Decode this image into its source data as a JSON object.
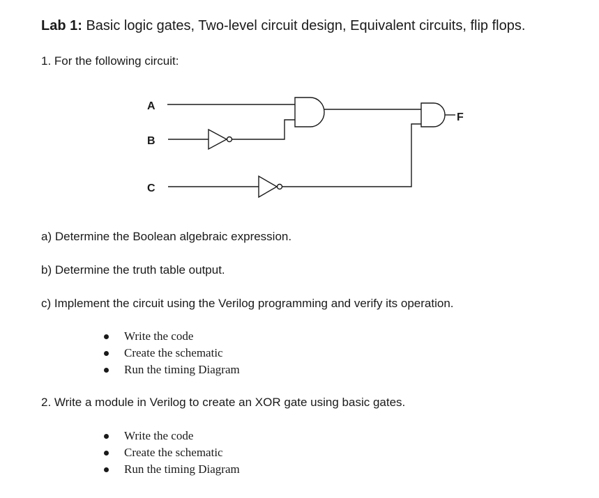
{
  "title": {
    "lab_label": "Lab 1:",
    "text": "Basic logic gates, Two-level circuit design, Equivalent circuits, flip flops."
  },
  "question1": {
    "intro": "1. For the following circuit:",
    "diagram": {
      "inputs": [
        "A",
        "B",
        "C"
      ],
      "output": "F"
    },
    "part_a": "a) Determine the Boolean algebraic expression.",
    "part_b": "b) Determine the truth table output.",
    "part_c": "c) Implement the circuit using the Verilog programming and verify its operation.",
    "tasks": [
      "Write the code",
      "Create the schematic",
      "Run the timing Diagram"
    ]
  },
  "question2": {
    "text": "2. Write a module in Verilog to create an XOR gate using basic gates.",
    "tasks": [
      "Write the code",
      "Create the schematic",
      "Run the timing Diagram"
    ]
  }
}
